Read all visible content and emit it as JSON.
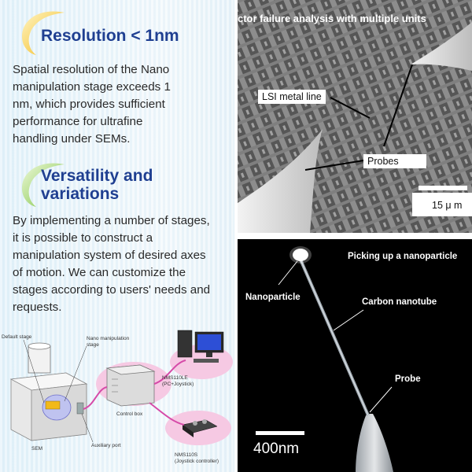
{
  "left_panel": {
    "section1": {
      "heading": "Resolution < 1nm",
      "paragraph_lines": [
        "Spatial resolution of the Nano",
        "manipulation stage exceeds 1",
        "nm, which provides sufficient",
        "performance for ultrafine",
        "handling under SEMs."
      ]
    },
    "section2": {
      "heading_lines": [
        "Versatility and",
        "variations"
      ],
      "paragraph_lines": [
        "By implementing a number of stages,",
        "it is possible to construct a",
        "manipulation system of desired axes",
        "of motion. We can customize the",
        "stages according to users' needs and",
        "requests."
      ]
    },
    "diagram": {
      "labels": {
        "default_stage": "Default stage",
        "nano_stage_line1": "Nano manipulation",
        "nano_stage_line2": "stage",
        "sem": "SEM",
        "auxiliary_port": "Auxiliary port",
        "control_box": "Control box",
        "nms110le_line1": "NMS110LE",
        "nms110le_line2": "(PC+Joystick)",
        "nms110s_line1": "NMS110S",
        "nms110s_line2": "(Joystick controller)"
      }
    }
  },
  "sem_top": {
    "title": "ctor failure analysis with multiple units",
    "label_metal": "LSI metal line",
    "label_probes": "Probes",
    "scale_text": "15 μ m"
  },
  "sem_bottom": {
    "title": "Picking up a nanoparticle",
    "label_nanoparticle": "Nanoparticle",
    "label_cnt": "Carbon nanotube",
    "label_probe": "Probe",
    "scale_text": "400nm"
  },
  "colors": {
    "heading_blue": "#1f3f91",
    "accent_yellow": "#f2b91a",
    "accent_green": "#7cc242",
    "pink_highlight": "#f6c9e3",
    "cable_magenta": "#d64aa8"
  }
}
